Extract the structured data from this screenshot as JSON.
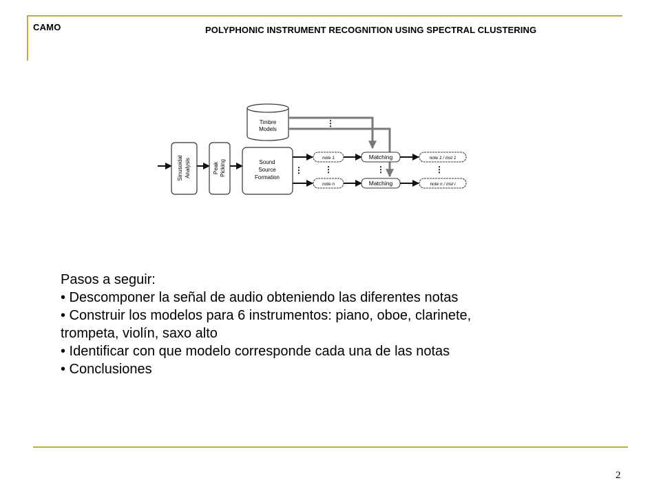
{
  "header": {
    "brand": "CAMO",
    "title": "POLYPHONIC INSTRUMENT RECOGNITION USING SPECTRAL CLUSTERING"
  },
  "diagram": {
    "timbre_models": [
      "Timbre",
      "Models"
    ],
    "sinusoidal_analysis": [
      "Sinusoidal",
      "Analysis"
    ],
    "peak_picking": [
      "Peak",
      "Picking"
    ],
    "sound_source_formation": [
      "Sound",
      "Source",
      "Formation"
    ],
    "note_first": "note 1",
    "note_last": "note n",
    "matching": "Matching",
    "result_first": "note 1 / inst 1",
    "result_last": "note n / inst i"
  },
  "content": {
    "intro": "Pasos a seguir:",
    "items": [
      "• Descomponer la señal de audio obteniendo las diferentes notas",
      "• Construir los modelos para 6 instrumentos: piano, oboe, clarinete,",
      "trompeta, violín, saxo alto",
      "• Identificar con que modelo corresponde cada una de las notas",
      "• Conclusiones"
    ]
  },
  "footer": {
    "page_number": "2"
  }
}
